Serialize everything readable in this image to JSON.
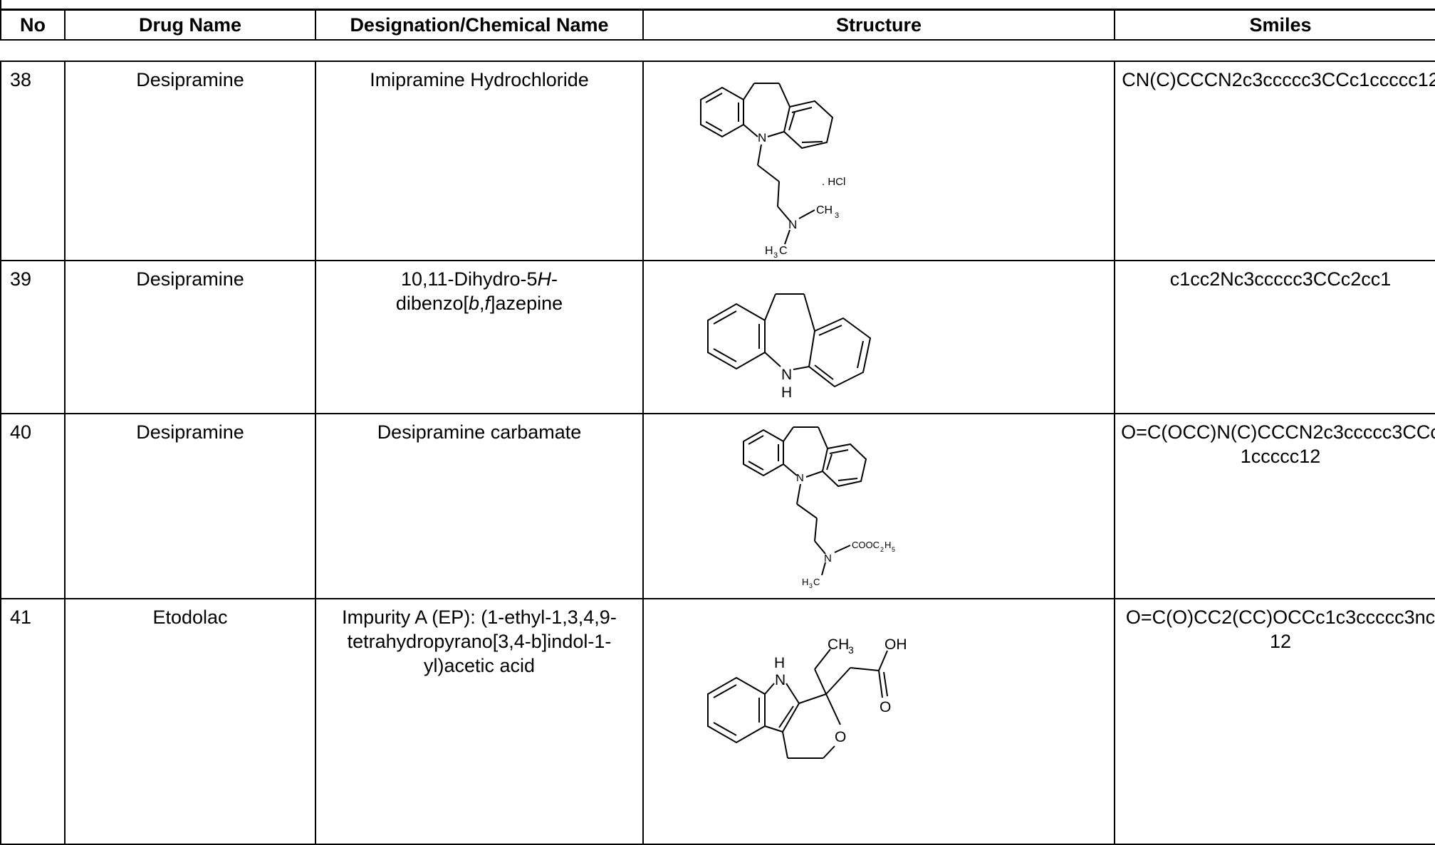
{
  "headers": {
    "no": "No",
    "drug_name": "Drug Name",
    "designation": "Designation/Chemical Name",
    "structure": "Structure",
    "smiles": "Smiles"
  },
  "rows": [
    {
      "no": "38",
      "drug_name": "Desipramine",
      "designation": "Imipramine Hydrochloride",
      "smiles": "CN(C)CCCN2c3ccccc3CCc1ccccc12",
      "structure_labels": {
        "n": "N",
        "hcl": ". HCl",
        "n2": "N",
        "ch3": "CH",
        "h3c": "H",
        "c": "C",
        "sub3": "3"
      }
    },
    {
      "no": "39",
      "drug_name": "Desipramine",
      "designation_parts": [
        "10,11-Dihydro-5",
        "H",
        "-dibenzo[",
        "b",
        ",",
        "f",
        "]azepine"
      ],
      "smiles": "c1cc2Nc3ccccc3CCc2cc1",
      "structure_labels": {
        "n": "N",
        "h": "H"
      }
    },
    {
      "no": "40",
      "drug_name": "Desipramine",
      "designation": "Desipramine carbamate",
      "smiles": "O=C(OCC)N(C)CCCN2c3ccccc3CCc1ccccc12",
      "structure_labels": {
        "n": "N",
        "n2": "N",
        "cooc": "COOC",
        "sub2": "2",
        "h5": "H",
        "sub5": "5",
        "h3c": "H",
        "sub3": "3",
        "c": "C"
      }
    },
    {
      "no": "41",
      "drug_name": "Etodolac",
      "designation": "Impurity A (EP): (1-ethyl-1,3,4,9-tetrahydropyrano[3,4-b]indol-1-yl)acetic acid",
      "smiles": "O=C(O)CC2(CC)OCCc1c3ccccc3nc12",
      "structure_labels": {
        "h": "H",
        "n": "N",
        "ch": "CH",
        "sub3": "3",
        "oh": "OH",
        "o_carbonyl": "O",
        "o_ring": "O"
      }
    }
  ]
}
